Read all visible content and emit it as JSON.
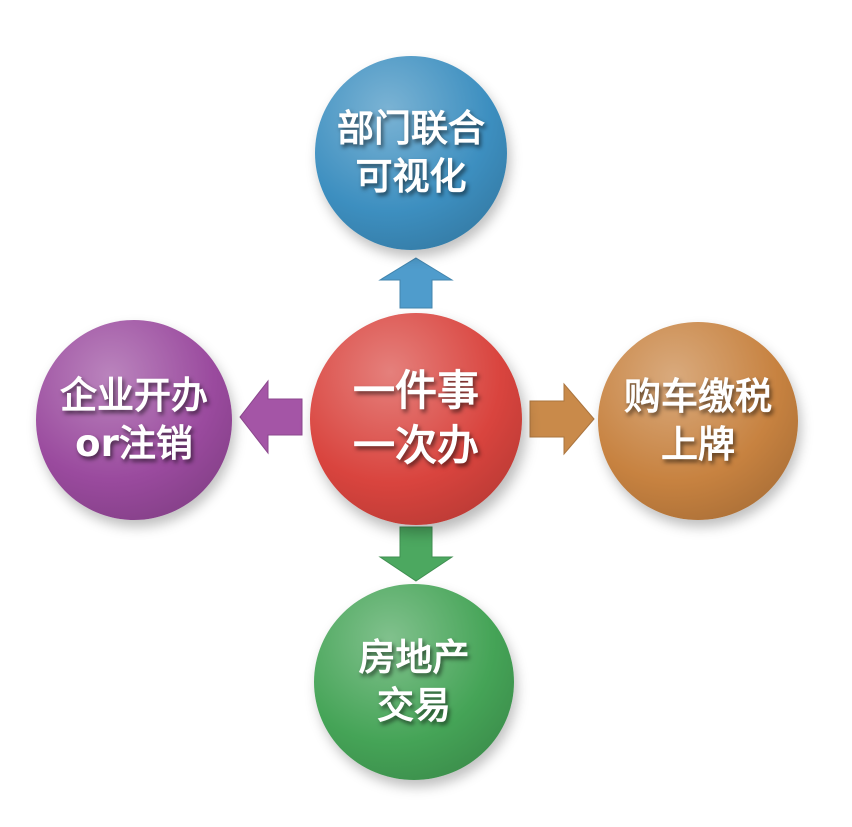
{
  "nodes": {
    "center": {
      "lines": [
        "一件事",
        "一次办"
      ],
      "color": "#d9443e"
    },
    "top": {
      "lines": [
        "部门联合",
        "可视化"
      ],
      "color": "#3d8fc0"
    },
    "left": {
      "lines": [
        "企业开办",
        "or注销"
      ],
      "color": "#9a4a9e"
    },
    "right": {
      "lines": [
        "购车缴税",
        "上牌"
      ],
      "color": "#c78240"
    },
    "bottom": {
      "lines": [
        "房地产",
        "交易"
      ],
      "color": "#45a457"
    }
  },
  "arrows": {
    "up": {
      "color": "#4f9ccc"
    },
    "left": {
      "color": "#a455a6"
    },
    "right": {
      "color": "#c98a4a"
    },
    "down": {
      "color": "#4ca860"
    }
  }
}
